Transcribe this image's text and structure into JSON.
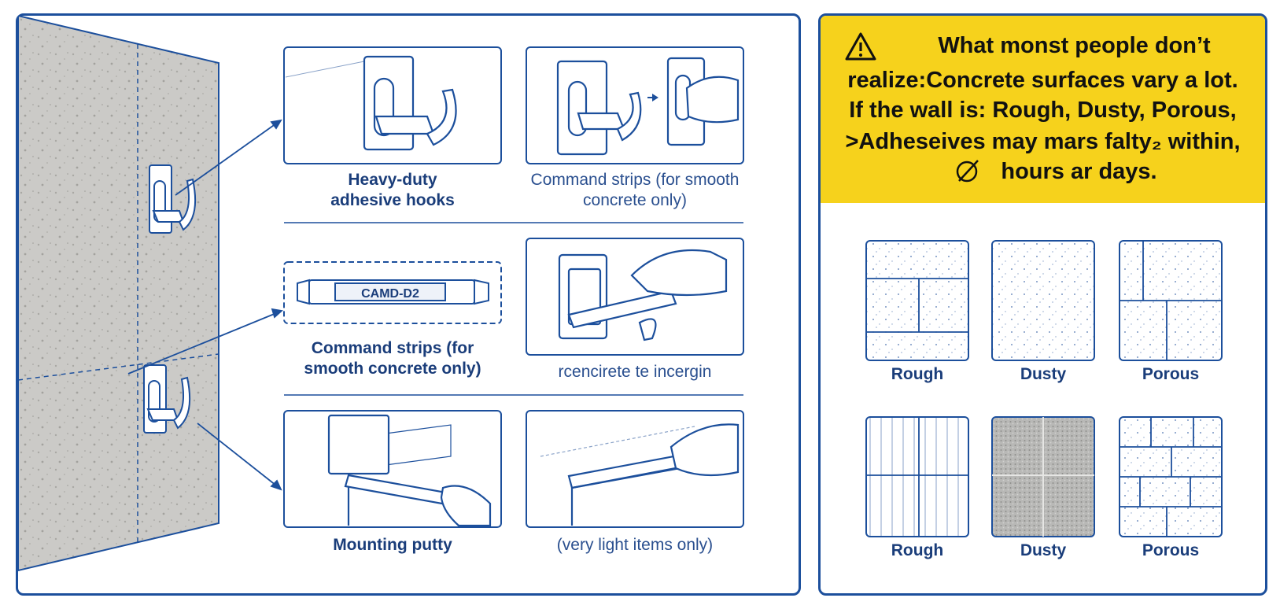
{
  "methods": {
    "heavy_duty": {
      "line1": "Heavy-duty",
      "line2": "adhesive hooks"
    },
    "command_smooth_a": {
      "line1": "Command strips (for smooth",
      "line2": "concrete only)"
    },
    "strip_label": "CAMD-D2",
    "command_smooth_b": {
      "line1": "Command strips (for",
      "line2": "smooth concrete only)"
    },
    "reconcrete": "rcencirete te incergin",
    "putty": "Mounting putty",
    "light_items": "(very light items only)"
  },
  "warning": {
    "line1": "What monst people don’t",
    "line2": "realize:Concrete surfaces vary a lot.",
    "line3": "If the wall is: Rough, Dusty, Porous,",
    "line4": ">Adheseives may mars falty₂ within,",
    "line5": "hours ar days."
  },
  "textures": {
    "row1": [
      "Rough",
      "Dusty",
      "Porous"
    ],
    "row2": [
      "Rough",
      "Dusty",
      "Porous"
    ]
  },
  "colors": {
    "navy": "#1c4f9c",
    "yellow": "#f6d21c",
    "concrete": "#c9c9c7"
  }
}
